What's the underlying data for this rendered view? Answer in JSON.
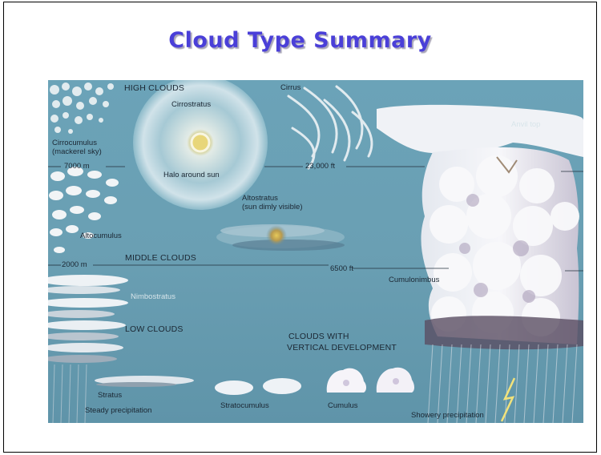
{
  "slide": {
    "title": "Cloud Type Summary"
  },
  "figure": {
    "labels": {
      "high_clouds": "HIGH CLOUDS",
      "cirrus": "Cirrus",
      "cirrostratus": "Cirrostratus",
      "cirrocumulus": "Cirrocumulus",
      "cirrocumulus_note": "(mackerel sky)",
      "altitude_7000m": "7000 m",
      "halo": "Halo around sun",
      "altitude_23000ft": "23,000 ft",
      "anvil_top": "Anvil top",
      "altostratus": "Altostratus",
      "altostratus_note": "(sun dimly visible)",
      "altocumulus": "Altocumulus",
      "middle_clouds": "MIDDLE CLOUDS",
      "altitude_2000m": "2000 m",
      "altitude_6500ft": "6500 ft",
      "cumulonimbus": "Cumulonimbus",
      "nimbostratus": "Nimbostratus",
      "low_clouds": "LOW CLOUDS",
      "vertical_line1": "CLOUDS WITH",
      "vertical_line2": "VERTICAL DEVELOPMENT",
      "stratus": "Stratus",
      "steady_precip": "Steady precipitation",
      "stratocumulus": "Stratocumulus",
      "cumulus": "Cumulus",
      "showery_precip": "Showery precipitation"
    },
    "colors": {
      "sky": "#6a9fb4",
      "title": "#4a3fd8"
    }
  }
}
